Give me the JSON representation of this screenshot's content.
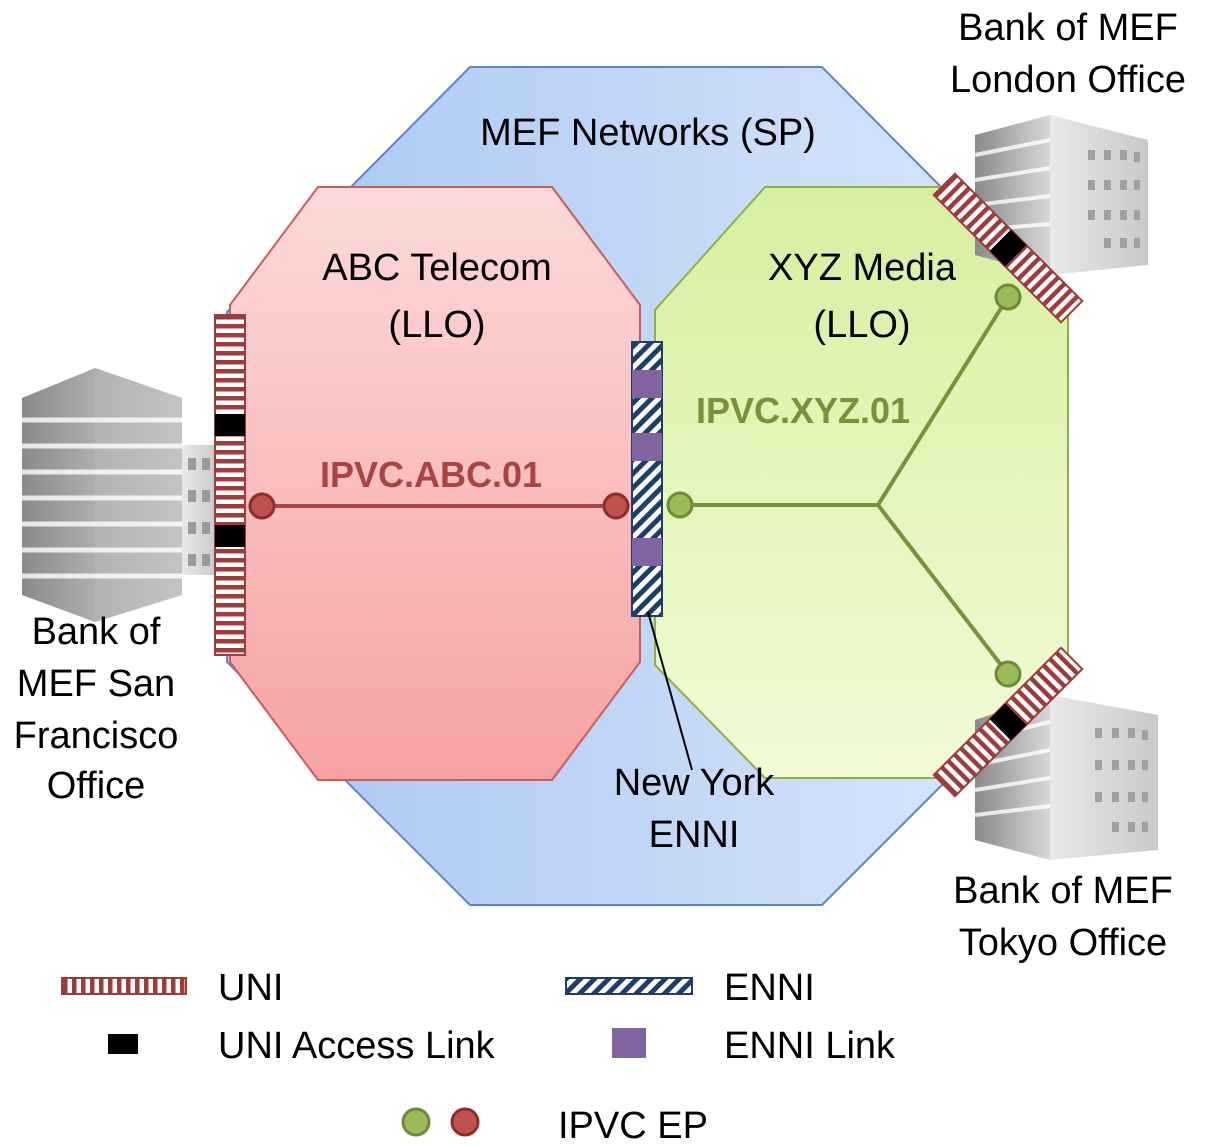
{
  "domains": {
    "sp": {
      "name": "MEF Networks (SP)"
    },
    "abc": {
      "name_line1": "ABC Telecom",
      "name_line2": "(LLO)"
    },
    "xyz": {
      "name_line1": "XYZ Media",
      "name_line2": "(LLO)"
    }
  },
  "circuits": {
    "abc": "IPVC.ABC.01",
    "xyz": "IPVC.XYZ.01"
  },
  "sites": {
    "sf": {
      "lines": [
        "Bank of",
        "MEF San",
        "Francisco",
        "Office"
      ]
    },
    "london": {
      "lines": [
        "Bank of MEF",
        "London Office"
      ]
    },
    "tokyo": {
      "lines": [
        "Bank of MEF",
        "Tokyo Office"
      ]
    }
  },
  "enni_callout": {
    "lines": [
      "New York",
      "ENNI"
    ]
  },
  "legend": {
    "uni": "UNI",
    "uni_access_link": "UNI Access Link",
    "enni": "ENNI",
    "enni_link": "ENNI Link",
    "ipvc_ep": "IPVC EP"
  },
  "colors": {
    "sp_fill": "#bcd4f7",
    "abc_fill": "#fbb8b8",
    "xyz_fill": "#e4f6b8",
    "abc_circuit": "#a94444",
    "xyz_circuit": "#76933c",
    "uni_stripe": "#9e3b3b",
    "enni_stripe": "#1f3d6b",
    "access_link": "#000000",
    "enni_link": "#8064a2",
    "ep_green": "#9bbb59",
    "ep_red": "#c0504d"
  }
}
